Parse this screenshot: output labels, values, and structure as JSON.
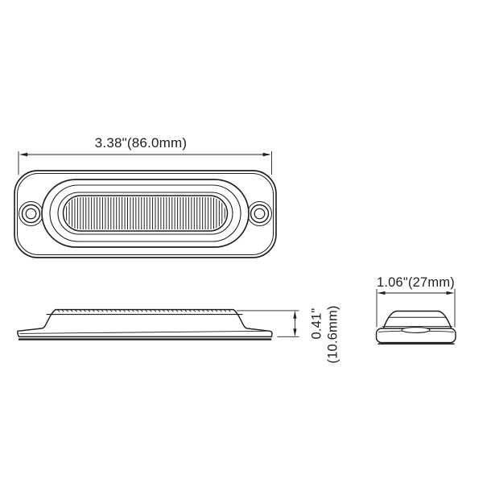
{
  "colors": {
    "line": "#1f1f1f",
    "background": "#ffffff"
  },
  "drawing": {
    "front_view": {
      "width_label": "3.38\"(86.0mm)"
    },
    "side_view": {
      "height_label_line1": "0.41\"",
      "height_label_line2": "(10.6mm)"
    },
    "end_view": {
      "width_label": "1.06\"(27mm)"
    }
  }
}
